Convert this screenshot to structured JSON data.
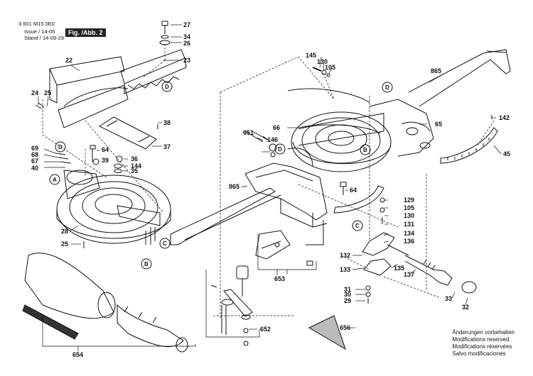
{
  "header": {
    "doc_number": "3 601 M15 0E0",
    "issue": "Issue / 14-05",
    "stand": "Stand / 14-09-29",
    "figure_label": "Fig. /Abb. 2"
  },
  "notes": [
    "Änderungen vorbehalten",
    "Modifications reserved",
    "Modifications réservées",
    "Salvo modificaciones"
  ],
  "callouts": {
    "c27": "27",
    "c34": "34",
    "c26": "26",
    "c22": "22",
    "c23": "23",
    "c24": "24",
    "c25a": "25",
    "c38": "38",
    "c37": "37",
    "c64a": "64",
    "c39": "39",
    "c36": "36",
    "c144": "144",
    "c35": "35",
    "c69": "69",
    "c68": "68",
    "c67": "67",
    "c40": "40",
    "c28": "28",
    "c25b": "25",
    "c145": "145",
    "c130a": "130",
    "c105a": "105",
    "c865a": "865",
    "c142": "142",
    "c65": "65",
    "c45": "45",
    "c66": "66",
    "c651": "651",
    "c146": "146",
    "c865b": "865",
    "c64b": "64",
    "c129": "129",
    "c105b": "105",
    "c130b": "130",
    "c131": "131",
    "c134": "134",
    "c136": "136",
    "c132": "132",
    "c133": "133",
    "c135": "135",
    "c137": "137",
    "c653": "653",
    "c31": "31",
    "c30": "30",
    "c29": "29",
    "c33": "33",
    "c32": "32",
    "c652": "652",
    "c656": "656",
    "c654": "654"
  },
  "refs": {
    "rD1": "D",
    "rD2": "D",
    "rD3": "D",
    "rD4": "D",
    "rA": "A",
    "rB1": "B",
    "rB2": "B",
    "rC1": "C",
    "rC2": "C"
  }
}
